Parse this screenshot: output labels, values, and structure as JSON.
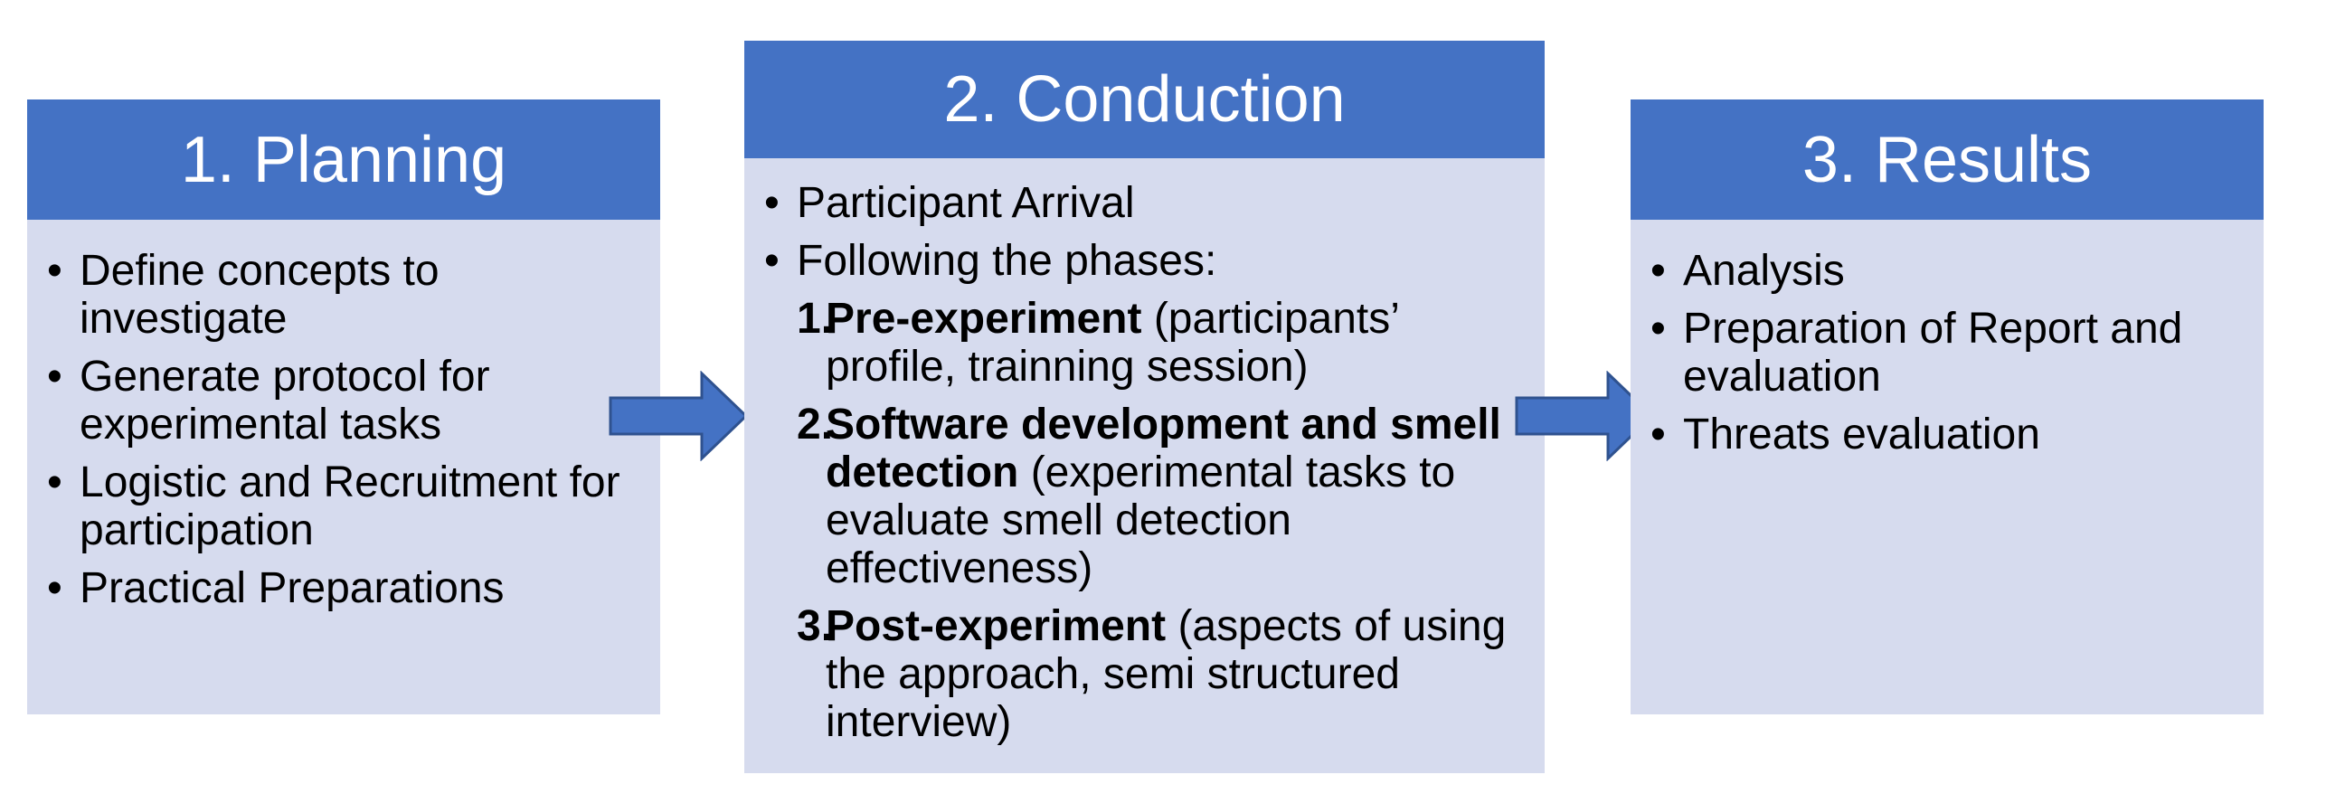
{
  "colors": {
    "header_fill": "#4472c4",
    "panel_fill": "#d6dbee",
    "arrow_fill": "#4472c4",
    "arrow_stroke": "#2f528f"
  },
  "planning": {
    "title": "1. Planning",
    "bullet": "•",
    "items": [
      "Define concepts to investigate",
      "Generate protocol for experimental tasks",
      "Logistic and Recruitment for participation",
      "Practical Preparations"
    ]
  },
  "conduction": {
    "title": "2. Conduction",
    "bullet": "•",
    "items": [
      "Participant Arrival",
      "Following the phases:"
    ],
    "phases": [
      {
        "num": "1.",
        "title": "Pre-experiment",
        "desc": " (participants’ profile, trainning session)"
      },
      {
        "num": "2.",
        "title": "Software development and smell detection",
        "desc": " (experimental tasks to evaluate smell detection effectiveness)"
      },
      {
        "num": "3.",
        "title": "Post-experiment",
        "desc": " (aspects of using the approach, semi structured interview)"
      }
    ]
  },
  "results": {
    "title": "3. Results",
    "bullet": "•",
    "items": [
      "Analysis",
      "Preparation of Report and evaluation",
      "Threats evaluation"
    ]
  },
  "arrows": {
    "icon": "right-arrow-icon"
  }
}
